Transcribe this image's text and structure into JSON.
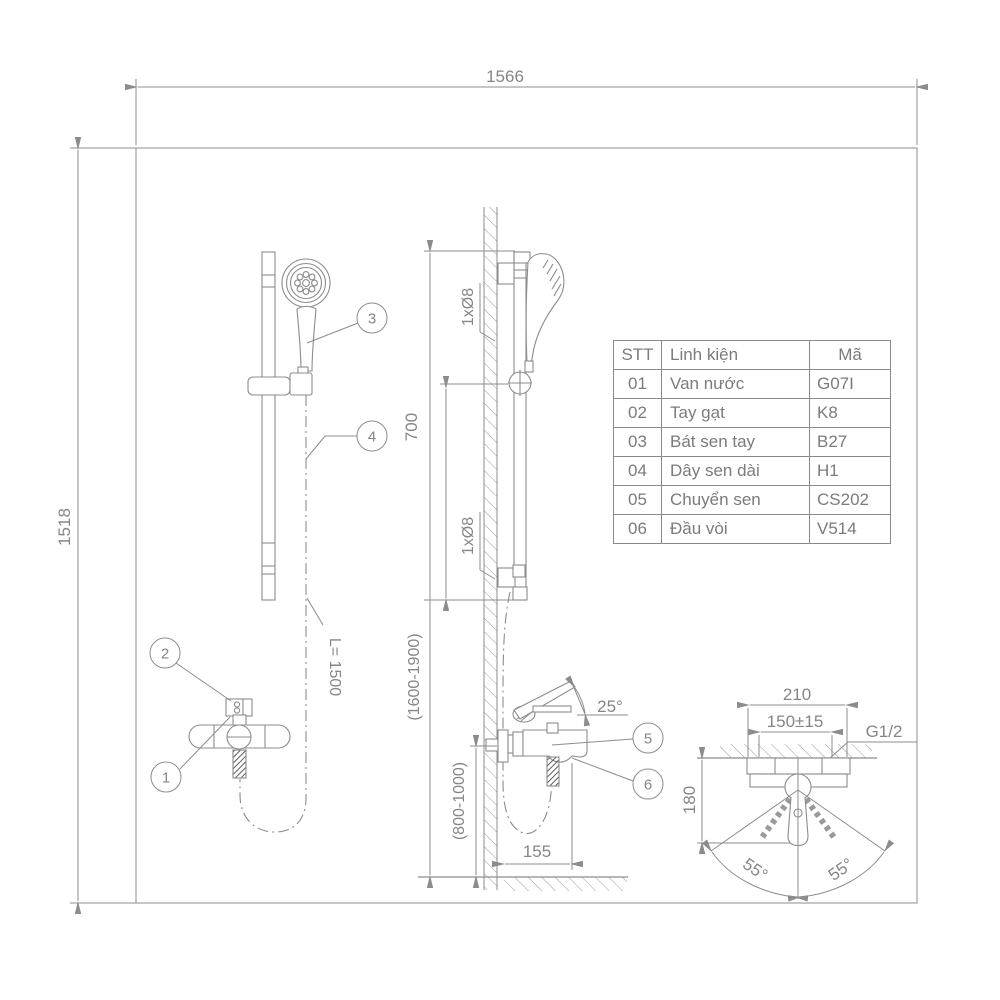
{
  "colors": {
    "line": "#8c8c8c",
    "text": "#868686",
    "thread_dark": "#555555",
    "background": "#ffffff"
  },
  "dimensions": {
    "overall_width": "1566",
    "overall_height": "1518",
    "slide_range": "700",
    "rail_height_range": "(1600-1900)",
    "mixer_height_range": "(800-1000)",
    "spout_reach": "155",
    "body_width": "210",
    "inlet_spacing": "150±15",
    "thread_size": "G1/2",
    "spout_drop": "180",
    "lever_angle": "25°",
    "swivel_left": "55°",
    "swivel_right": "55°",
    "hose_length": "L= 1500",
    "hole_note_upper": "1xØ8",
    "hole_note_lower": "1xØ8"
  },
  "callouts": {
    "c1": "1",
    "c2": "2",
    "c3": "3",
    "c4": "4",
    "c5": "5",
    "c6": "6"
  },
  "parts_table": {
    "headers": [
      "STT",
      "Linh kiện",
      "Mã"
    ],
    "rows": [
      {
        "stt": "01",
        "name": "Van nước",
        "code": "G07I"
      },
      {
        "stt": "02",
        "name": "Tay gạt",
        "code": "K8"
      },
      {
        "stt": "03",
        "name": "Bát sen tay",
        "code": "B27"
      },
      {
        "stt": "04",
        "name": "Dây sen dài",
        "code": "H1"
      },
      {
        "stt": "05",
        "name": "Chuyển sen",
        "code": "CS202"
      },
      {
        "stt": "06",
        "name": "Đầu vòi",
        "code": "V514"
      }
    ]
  }
}
